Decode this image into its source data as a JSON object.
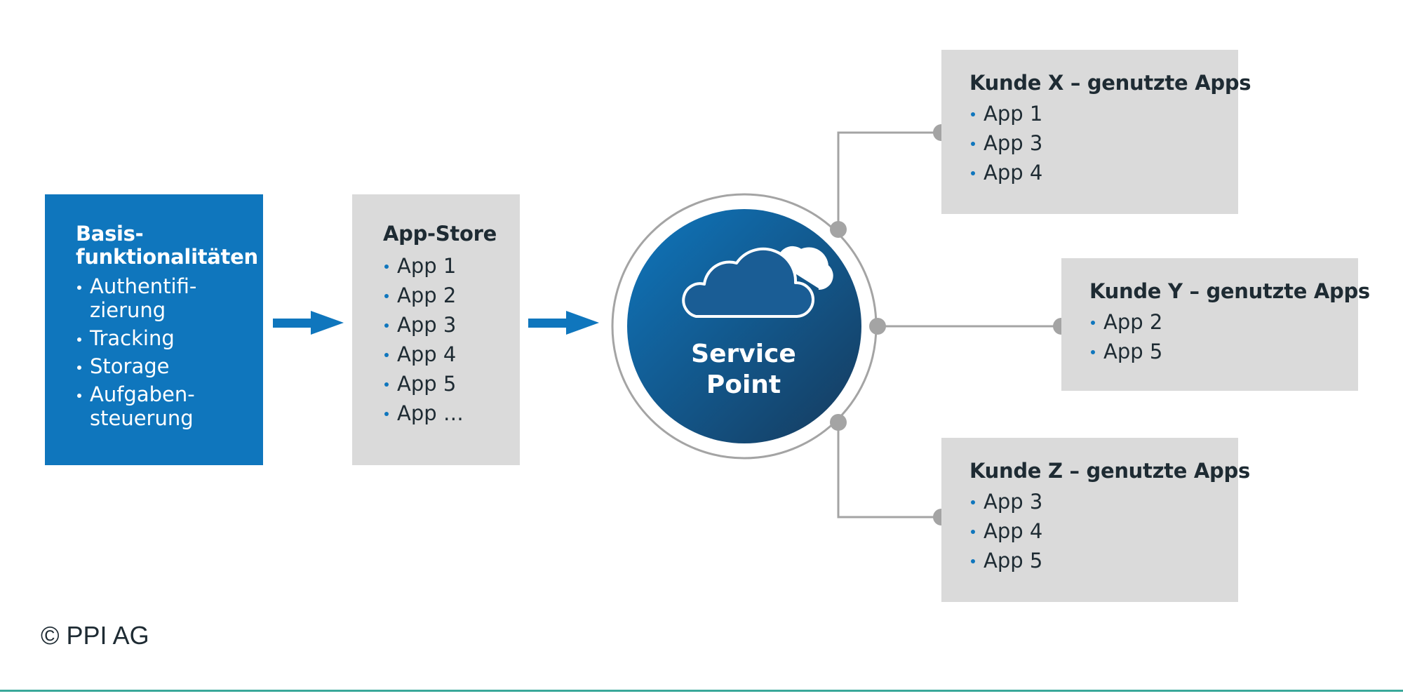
{
  "basis": {
    "title": "Basis-\nfunktionalitäten",
    "items": [
      "Authentifi-\nzierung",
      "Tracking",
      "Storage",
      "Aufgaben-\nsteuerung"
    ]
  },
  "app_store": {
    "title": "App-Store",
    "items": [
      "App 1",
      "App 2",
      "App 3",
      "App 4",
      "App 5",
      "App …"
    ]
  },
  "service_point": {
    "line1": "Service",
    "line2": "Point",
    "icon": "cloud-icon"
  },
  "customers": {
    "x": {
      "title": "Kunde X – genutzte Apps",
      "items": [
        "App 1",
        "App 3",
        "App 4"
      ]
    },
    "y": {
      "title": "Kunde Y – genutzte Apps",
      "items": [
        "App 2",
        "App 5"
      ]
    },
    "z": {
      "title": "Kunde Z – genutzte Apps",
      "items": [
        "App 3",
        "App 4",
        "App 5"
      ]
    }
  },
  "footer": {
    "copyright": "© PPI AG"
  },
  "colors": {
    "blue": "#0f76bd",
    "box_gray": "#dadada",
    "connector_gray": "#a4a4a4",
    "circle_dark": "#12406e",
    "accent_rule": "#3aa89a"
  }
}
